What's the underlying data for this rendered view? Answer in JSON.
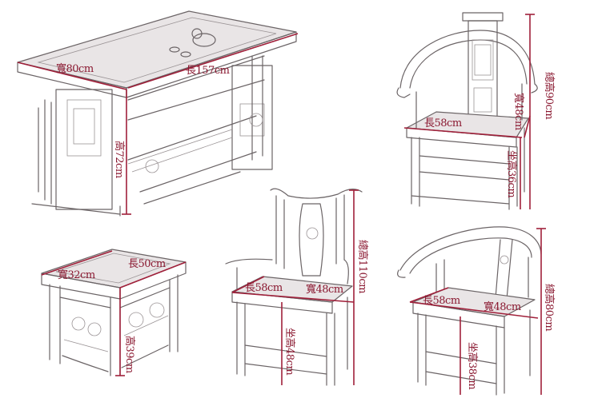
{
  "colors": {
    "dimension_line": "#a0203a",
    "label_text": "#8a1830",
    "sketch": "#6b6466"
  },
  "tea_table": {
    "width": "寬80cm",
    "length": "長157cm",
    "height": "高72cm"
  },
  "small_stool": {
    "width": "寬32cm",
    "length": "長50cm",
    "height": "高39cm"
  },
  "armchair_top": {
    "length": "長58cm",
    "width": "寬48cm",
    "total_height": "總高90cm",
    "seat_height": "坐高36cm"
  },
  "yoke_chair": {
    "length": "長58cm",
    "width": "寬48cm",
    "total_height": "總高110cm",
    "seat_height": "坐高48cm"
  },
  "round_chair": {
    "length": "長58cm",
    "width": "寬48cm",
    "total_height": "總高80cm",
    "seat_height": "坐高38cm"
  }
}
